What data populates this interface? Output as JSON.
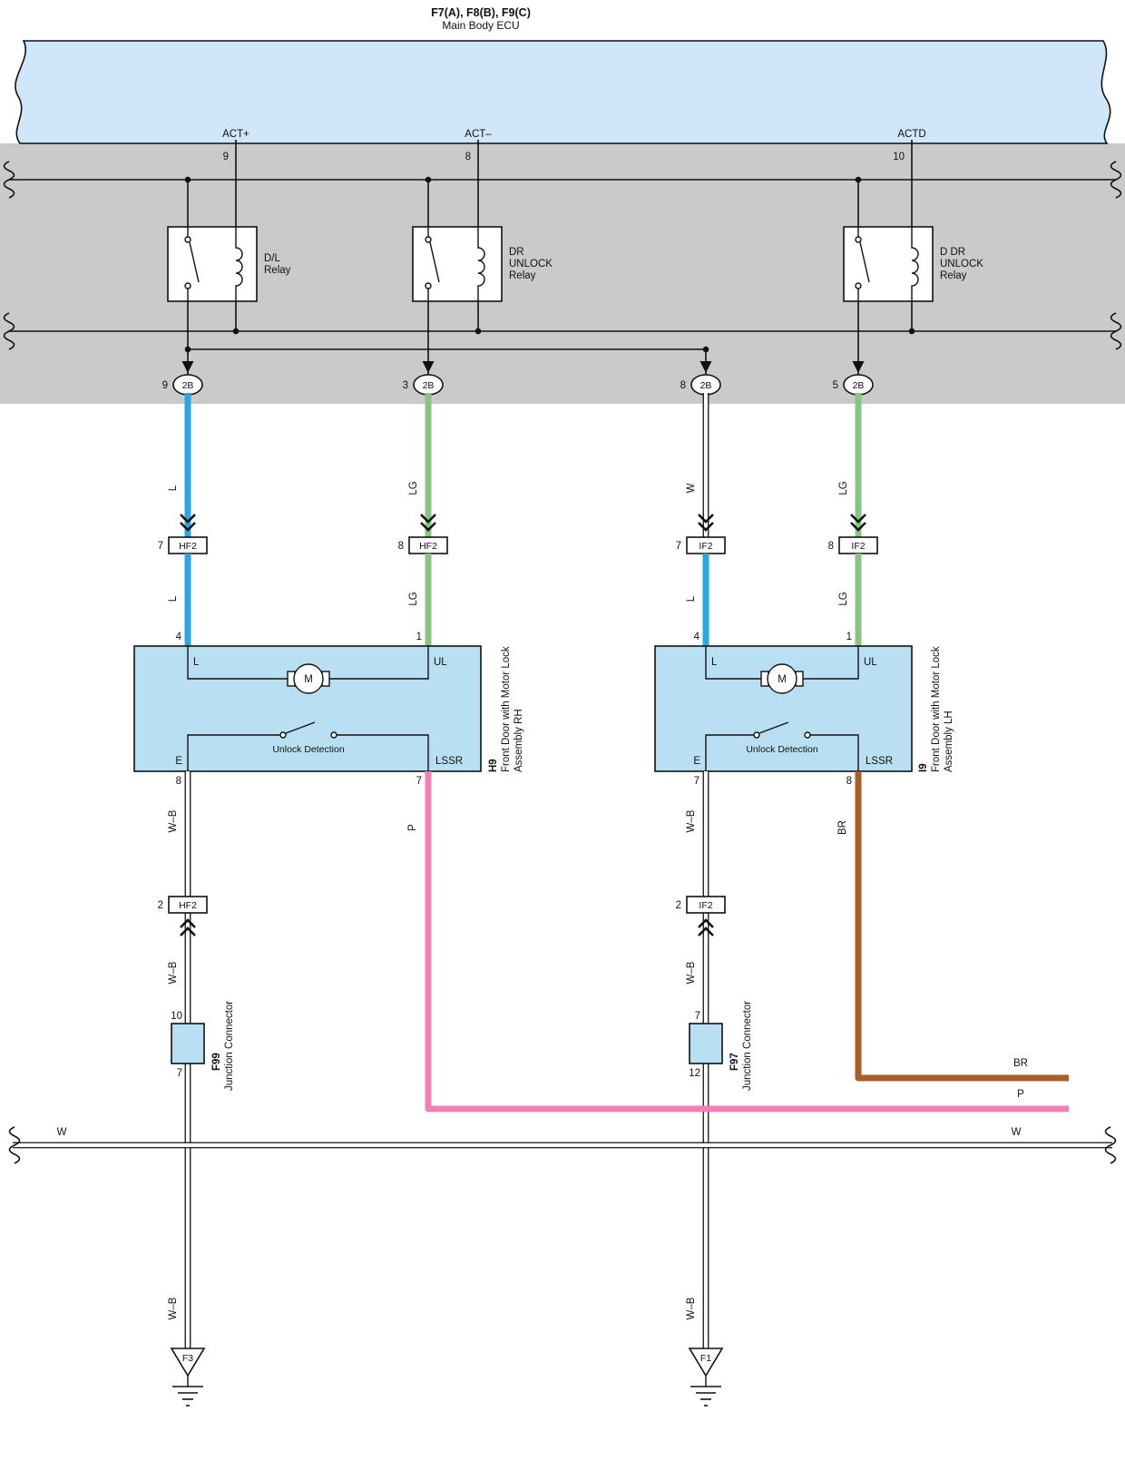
{
  "header": {
    "codes": "F7(A), F8(B), F9(C)",
    "name": "Main Body ECU"
  },
  "colors": {
    "ecu_fill": "#cfe7f8",
    "band_gray": "#cacaca",
    "component_fill": "#b8dff2",
    "wire_blue": "#2aa7e0",
    "wire_green": "#85c87d",
    "wire_pink": "#f180b6",
    "wire_brown": "#a95d27"
  },
  "ecu_pins": [
    {
      "label": "ACT+",
      "num": "9"
    },
    {
      "label": "ACT–",
      "num": "8"
    },
    {
      "label": "ACTD",
      "num": "10"
    }
  ],
  "relays": [
    {
      "lines": [
        "D/L",
        "Relay",
        ""
      ]
    },
    {
      "lines": [
        "DR",
        "UNLOCK",
        "Relay"
      ]
    },
    {
      "lines": [
        "D DR",
        "UNLOCK",
        "Relay"
      ]
    }
  ],
  "bulk_connectors": [
    {
      "pin": "9",
      "name": "2B"
    },
    {
      "pin": "3",
      "name": "2B"
    },
    {
      "pin": "8",
      "name": "2B"
    },
    {
      "pin": "5",
      "name": "2B"
    }
  ],
  "wires": {
    "rh_lock": {
      "top": "L",
      "bottom": "L"
    },
    "rh_unlock": {
      "top": "LG",
      "bottom": "LG"
    },
    "lh_lock": {
      "top": "W",
      "bottom": "L"
    },
    "lh_unlock": {
      "top": "LG",
      "bottom": "LG"
    }
  },
  "mid_connectors": [
    {
      "pin": "7",
      "name": "HF2"
    },
    {
      "pin": "8",
      "name": "HF2"
    },
    {
      "pin": "7",
      "name": "IF2"
    },
    {
      "pin": "8",
      "name": "IF2"
    }
  ],
  "doors": [
    {
      "id": "H9",
      "name1": "Front Door with Motor Lock",
      "name2": "Assembly RH",
      "motor": "M",
      "switch_label": "Unlock Detection",
      "pins": {
        "lock_num": "4",
        "lock": "L",
        "unlock_num": "1",
        "unlock": "UL",
        "e_num": "8",
        "e": "E",
        "lssr_num": "7",
        "lssr": "LSSR"
      }
    },
    {
      "id": "I9",
      "name1": "Front Door with Motor Lock",
      "name2": "Assembly LH",
      "motor": "M",
      "switch_label": "Unlock Detection",
      "pins": {
        "lock_num": "4",
        "lock": "L",
        "unlock_num": "1",
        "unlock": "UL",
        "e_num": "7",
        "e": "E",
        "lssr_num": "8",
        "lssr": "LSSR"
      }
    }
  ],
  "ground_runs": [
    {
      "label_top": "W–B",
      "connector": {
        "pin": "2",
        "name": "HF2"
      },
      "label_mid": "W–B",
      "junction": {
        "id": "F99",
        "name": "Junction Connector",
        "pin_top": "10",
        "pin_bottom": "7"
      },
      "label_bottom": "W–B",
      "ground": "F3"
    },
    {
      "label_top": "W–B",
      "connector": {
        "pin": "2",
        "name": "IF2"
      },
      "label_mid": "W–B",
      "junction": {
        "id": "F97",
        "name": "Junction Connector",
        "pin_top": "7",
        "pin_bottom": "12"
      },
      "label_bottom": "W–B",
      "ground": "F1"
    }
  ],
  "branches": [
    {
      "vertical_label": "P",
      "end_label": "P"
    },
    {
      "vertical_label": "BR",
      "end_label": "BR"
    }
  ],
  "bus": {
    "left": "W",
    "right": "W"
  }
}
